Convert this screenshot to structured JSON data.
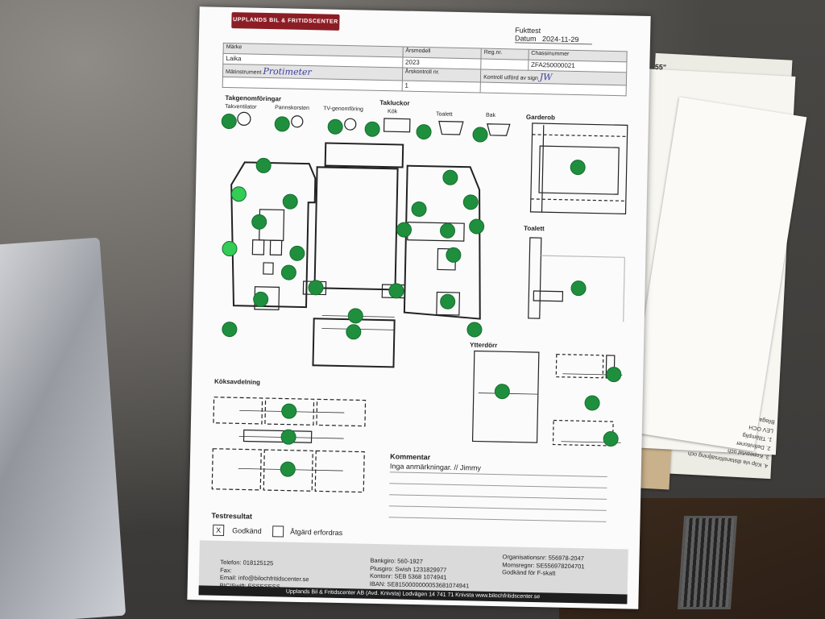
{
  "header": {
    "logo_line1": "UPPLANDS",
    "logo_line2": "BIL & FRITIDSCENTER",
    "test_title": "Fukttest",
    "date_label": "Datum",
    "date_value": "2024-11-29"
  },
  "info_table": {
    "labels": {
      "brand": "Märke",
      "model_year": "Årsmodell",
      "reg_nr": "Reg.nr.",
      "chassis": "Chassinummer",
      "instrument": "Mätinstrument",
      "annual_check": "Årskontroll nr.",
      "performed_by": "Kontroll utförd av sign"
    },
    "values": {
      "brand": "Laika",
      "model_year": "2023",
      "reg_nr": "",
      "chassis": "ZFA250000021",
      "instrument": "Protimeter",
      "annual_check": "1",
      "performed_by": "JW"
    }
  },
  "sections": {
    "roof_penetrations": "Takgenomföringar",
    "roof_fan": "Takventilator",
    "pan_chimney": "Pannskorsten",
    "tv_penetration": "TV-genomföring",
    "roof_hatches": "Takluckor",
    "kitchen": "Kök",
    "toilet_hatch": "Toalett",
    "rear": "Bak",
    "wardrobe": "Garderob",
    "toilet": "Toalett",
    "outer_door": "Ytterdörr",
    "kitchen_section": "Köksavdelning"
  },
  "comment": {
    "title": "Kommentar",
    "text": "Inga anmärkningar. // Jimmy"
  },
  "test_result": {
    "title": "Testresultat",
    "approved_mark": "X",
    "approved_label": "Godkänd",
    "action_label": "Åtgärd erfordras"
  },
  "footer": {
    "phone": "Telefon: 018125125",
    "fax": "Fax:",
    "email": "Email: info@bilochfritidscenter.se",
    "bic": "BIC/Swift: ESSESESS",
    "bankgiro": "Bankgiro: 560-1927",
    "plusgiro": "Plusgiro: Swish 1231829977",
    "konto": "Kontonr: SEB 5368 1074941",
    "iban": "IBAN: SE8150000000053681074941",
    "orgnr": "Organisationsnr: 556978-2047",
    "vat": "Momsregnr: SE556978204701",
    "ftax": "Godkänd för F-skatt",
    "bar": "Upplands Bil & Fritidscenter AB (Avd. Knivsta)  Lodvägen 14 741 71 Knivsta  www.bilochfritidscenter.se"
  },
  "background_paper": {
    "heading1": "4. Köp via distansförsäljning och",
    "heading2": "3. Kopeavtal och",
    "heading3": "2. Definitioner",
    "heading4": "1. Tillämplig",
    "title": "LEV OCH",
    "label": "Bilaga",
    "corner": "55\""
  },
  "colors": {
    "dot": "#1f8f3e",
    "logo": "#8c1d24"
  }
}
